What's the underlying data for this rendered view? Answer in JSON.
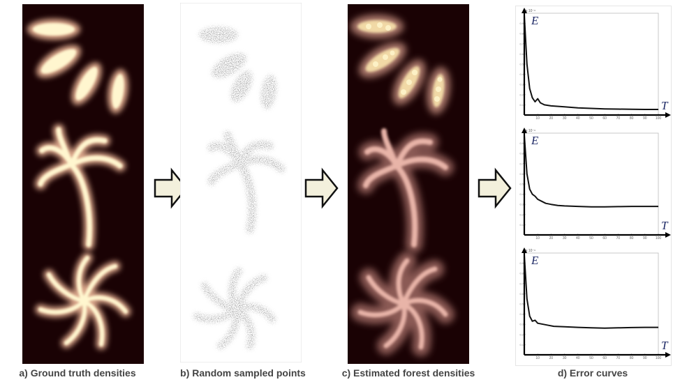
{
  "captions": {
    "a": "a) Ground truth densities",
    "b": "b) Random sampled points",
    "c": "c) Estimated forest densities",
    "d": "d) Error curves"
  },
  "colors": {
    "dark_bg": "#1a0204",
    "density_core": "#fff6cf",
    "density_glow": "#d9a68a",
    "estimate_pink": "#e8b4a8",
    "points": "#555555",
    "arrow_fill": "#f3f0dc",
    "arrow_stroke": "#111111"
  },
  "icons": [
    "right-arrow-icon",
    "right-arrow-icon",
    "right-arrow-icon"
  ],
  "chart_data": [
    {
      "type": "line",
      "xlabel": "T",
      "ylabel": "E",
      "exponent": "x 10⁻⁶",
      "x_ticks": [
        "10",
        "20",
        "30",
        "40",
        "50",
        "60",
        "70",
        "80",
        "90",
        "100"
      ],
      "xlim": [
        0,
        100
      ],
      "ylim": [
        0,
        1
      ],
      "series": [
        {
          "values": [
            [
              0,
              0.98
            ],
            [
              2,
              0.5
            ],
            [
              4,
              0.26
            ],
            [
              6,
              0.17
            ],
            [
              8,
              0.13
            ],
            [
              10,
              0.16
            ],
            [
              12,
              0.12
            ],
            [
              15,
              0.1
            ],
            [
              20,
              0.09
            ],
            [
              30,
              0.08
            ],
            [
              40,
              0.07
            ],
            [
              50,
              0.065
            ],
            [
              60,
              0.06
            ],
            [
              70,
              0.058
            ],
            [
              80,
              0.056
            ],
            [
              90,
              0.055
            ],
            [
              100,
              0.055
            ]
          ]
        }
      ]
    },
    {
      "type": "line",
      "xlabel": "T",
      "ylabel": "E",
      "exponent": "x 10⁻⁶",
      "x_ticks": [
        "10",
        "20",
        "30",
        "40",
        "50",
        "60",
        "70",
        "80",
        "90",
        "100"
      ],
      "xlim": [
        0,
        100
      ],
      "ylim": [
        0,
        1
      ],
      "series": [
        {
          "values": [
            [
              0,
              0.98
            ],
            [
              2,
              0.6
            ],
            [
              4,
              0.45
            ],
            [
              6,
              0.4
            ],
            [
              8,
              0.38
            ],
            [
              10,
              0.35
            ],
            [
              13,
              0.33
            ],
            [
              16,
              0.31
            ],
            [
              20,
              0.3
            ],
            [
              25,
              0.29
            ],
            [
              30,
              0.285
            ],
            [
              40,
              0.28
            ],
            [
              50,
              0.275
            ],
            [
              60,
              0.275
            ],
            [
              70,
              0.278
            ],
            [
              80,
              0.28
            ],
            [
              90,
              0.28
            ],
            [
              100,
              0.28
            ]
          ]
        }
      ]
    },
    {
      "type": "line",
      "xlabel": "T",
      "ylabel": "E",
      "exponent": "x 10⁻⁶",
      "x_ticks": [
        "10",
        "20",
        "30",
        "40",
        "50",
        "60",
        "70",
        "80",
        "90",
        "100"
      ],
      "xlim": [
        0,
        100
      ],
      "ylim": [
        0,
        1
      ],
      "series": [
        {
          "values": [
            [
              0,
              0.98
            ],
            [
              2,
              0.55
            ],
            [
              4,
              0.38
            ],
            [
              6,
              0.33
            ],
            [
              8,
              0.34
            ],
            [
              10,
              0.31
            ],
            [
              14,
              0.3
            ],
            [
              18,
              0.29
            ],
            [
              22,
              0.28
            ],
            [
              30,
              0.275
            ],
            [
              40,
              0.27
            ],
            [
              50,
              0.265
            ],
            [
              60,
              0.262
            ],
            [
              70,
              0.265
            ],
            [
              80,
              0.268
            ],
            [
              90,
              0.27
            ],
            [
              100,
              0.27
            ]
          ]
        }
      ]
    }
  ]
}
